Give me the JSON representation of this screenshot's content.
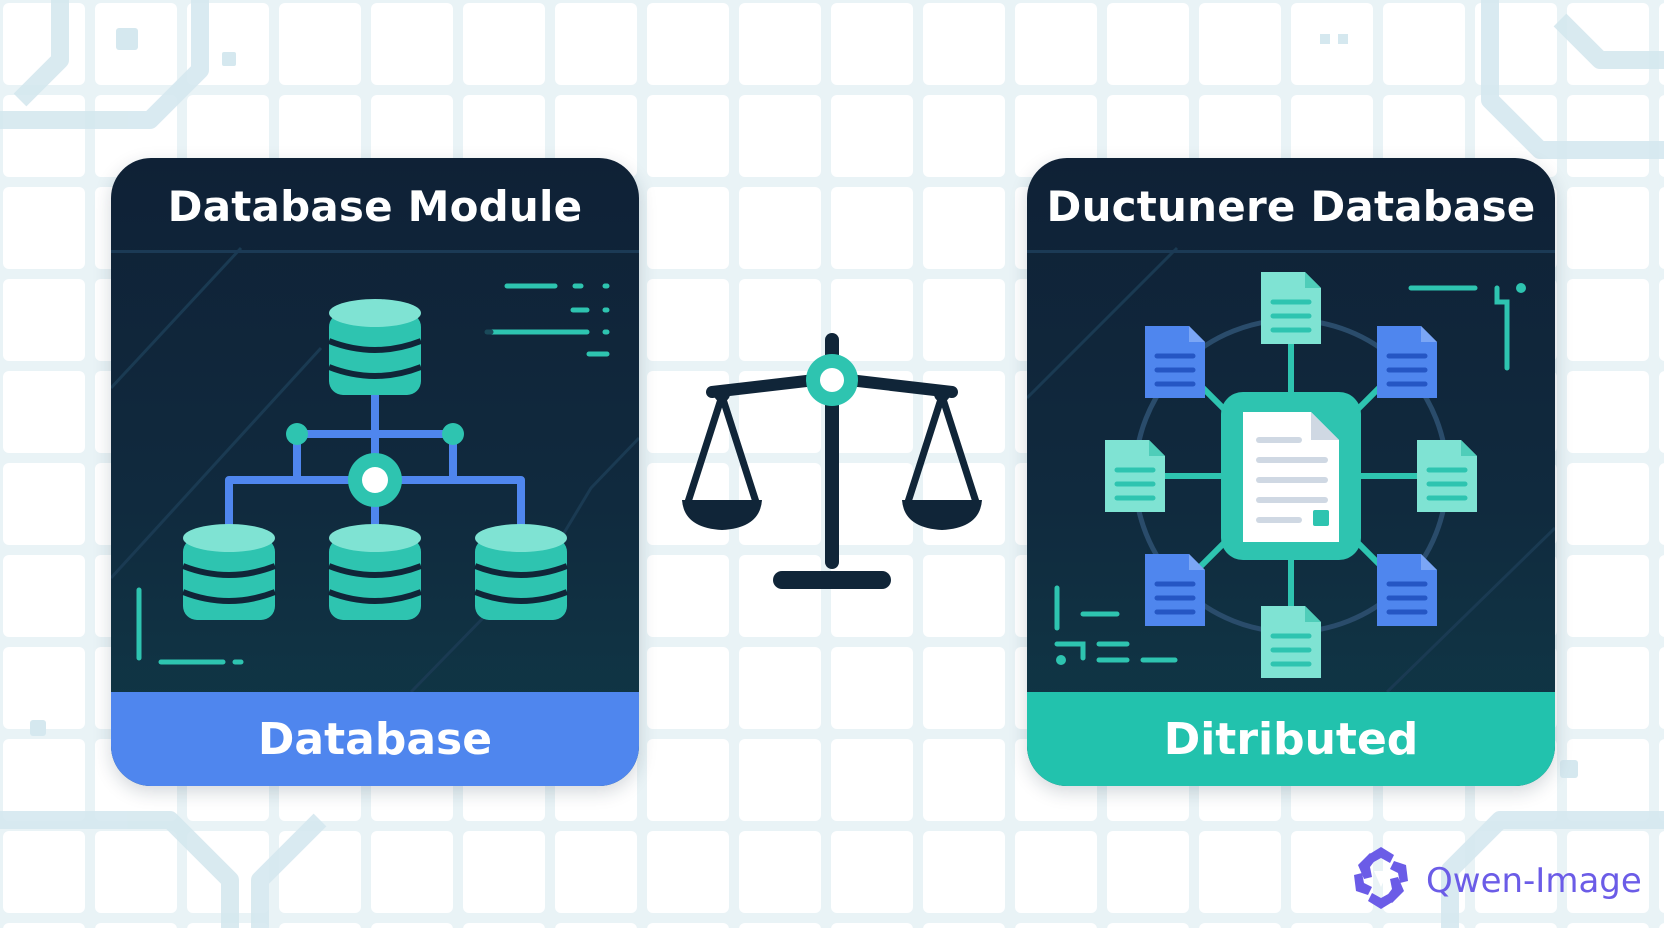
{
  "left_card": {
    "title": "Database Module",
    "footer": "Database"
  },
  "right_card": {
    "title": "Ductunere Database",
    "footer": "Ditributed"
  },
  "center": {
    "icon": "balance-scale-icon"
  },
  "watermark": {
    "text": "Qwen-Image",
    "icon": "qwen-logo-icon"
  },
  "colors": {
    "card_bg": "#0f2136",
    "teal": "#2ec4b0",
    "teal_light": "#7fe3d3",
    "blue": "#4f86ee",
    "navy": "#102538",
    "watermark": "#6b5ce7"
  }
}
